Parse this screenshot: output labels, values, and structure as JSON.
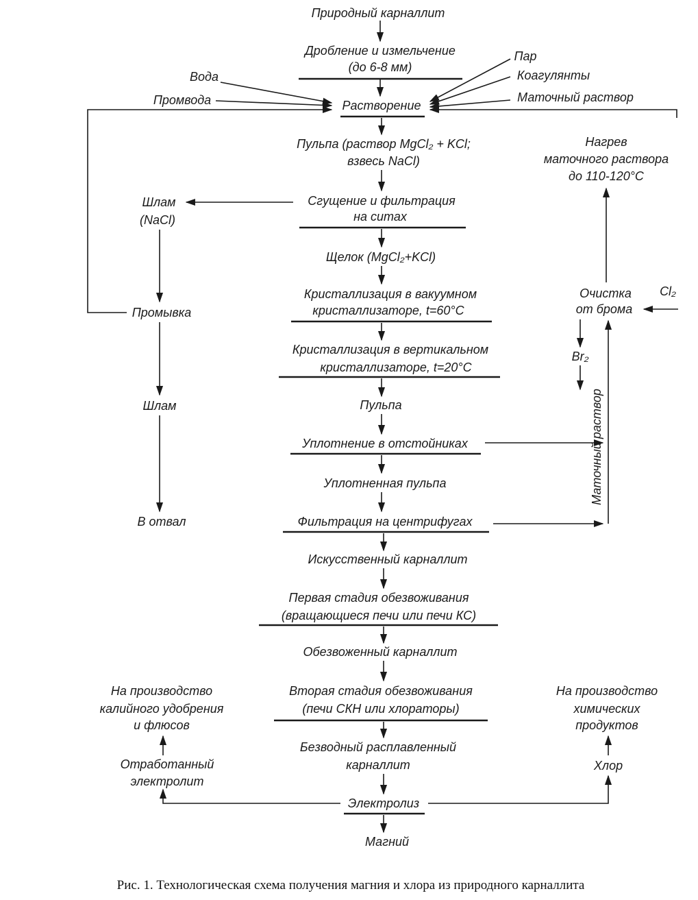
{
  "nodes": {
    "natural_carnallite": "Природный карналлит",
    "crushing_1": "Дробление и измельчение",
    "crushing_2": "(до 6-8 мм)",
    "water": "Вода",
    "rinse_water": "Промвода",
    "steam": "Пар",
    "coagulants": "Коагулянты",
    "mother_liquor": "Маточный раствор",
    "dissolution": "Растворение",
    "pulp_1": "Пульпа (раствор MgCl₂ + KCl;",
    "pulp_2": "взвесь NaCl)",
    "heating_1": "Нагрев",
    "heating_2": "маточного раствора",
    "heating_3": "до 110-120°C",
    "thickening_1": "Сгущение и фильтрация",
    "thickening_2": "на ситах",
    "slime_nacl_1": "Шлам",
    "slime_nacl_2": "(NaCl)",
    "lye": "Щелок (MgCl₂+KCl)",
    "cryst_vac_1": "Кристаллизация в вакуумном",
    "cryst_vac_2": "кристаллизаторе, t=60°C",
    "washing": "Промывка",
    "bromine_1": "Очистка",
    "bromine_2": "от брома",
    "cl2": "Cl₂",
    "br2": "Br₂",
    "cryst_vert_1": "Кристаллизация в вертикальном",
    "cryst_vert_2": "кристаллизаторе, t=20°C",
    "slime": "Шлам",
    "pulp": "Пульпа",
    "settling": "Уплотнение в отстойниках",
    "mother_liquor_vertical": "Маточный раствор",
    "thick_pulp": "Уплотненная пульпа",
    "dump": "В отвал",
    "centrifuge": "Фильтрация на центрифугах",
    "artificial_carnallite": "Искусственный карналлит",
    "dehyd1_1": "Первая стадия обезвоживания",
    "dehyd1_2": "(вращающиеся печи или печи КС)",
    "dehydrated": "Обезвоженный карналлит",
    "potash_1": "На производство",
    "potash_2": "калийного удобрения",
    "potash_3": "и флюсов",
    "dehyd2_1": "Вторая стадия обезвоживания",
    "dehyd2_2": "(печи СКН или хлораторы)",
    "chem_1": "На производство",
    "chem_2": "химических",
    "chem_3": "продуктов",
    "anhydrous_1": "Безводный расплавленный",
    "anhydrous_2": "карналлит",
    "spent_1": "Отработанный",
    "spent_2": "электролит",
    "chlorine": "Хлор",
    "electrolysis": "Электролиз",
    "magnesium": "Магний"
  },
  "caption": "Рис. 1. Технологическая схема получения магния и хлора из природного карналлита"
}
